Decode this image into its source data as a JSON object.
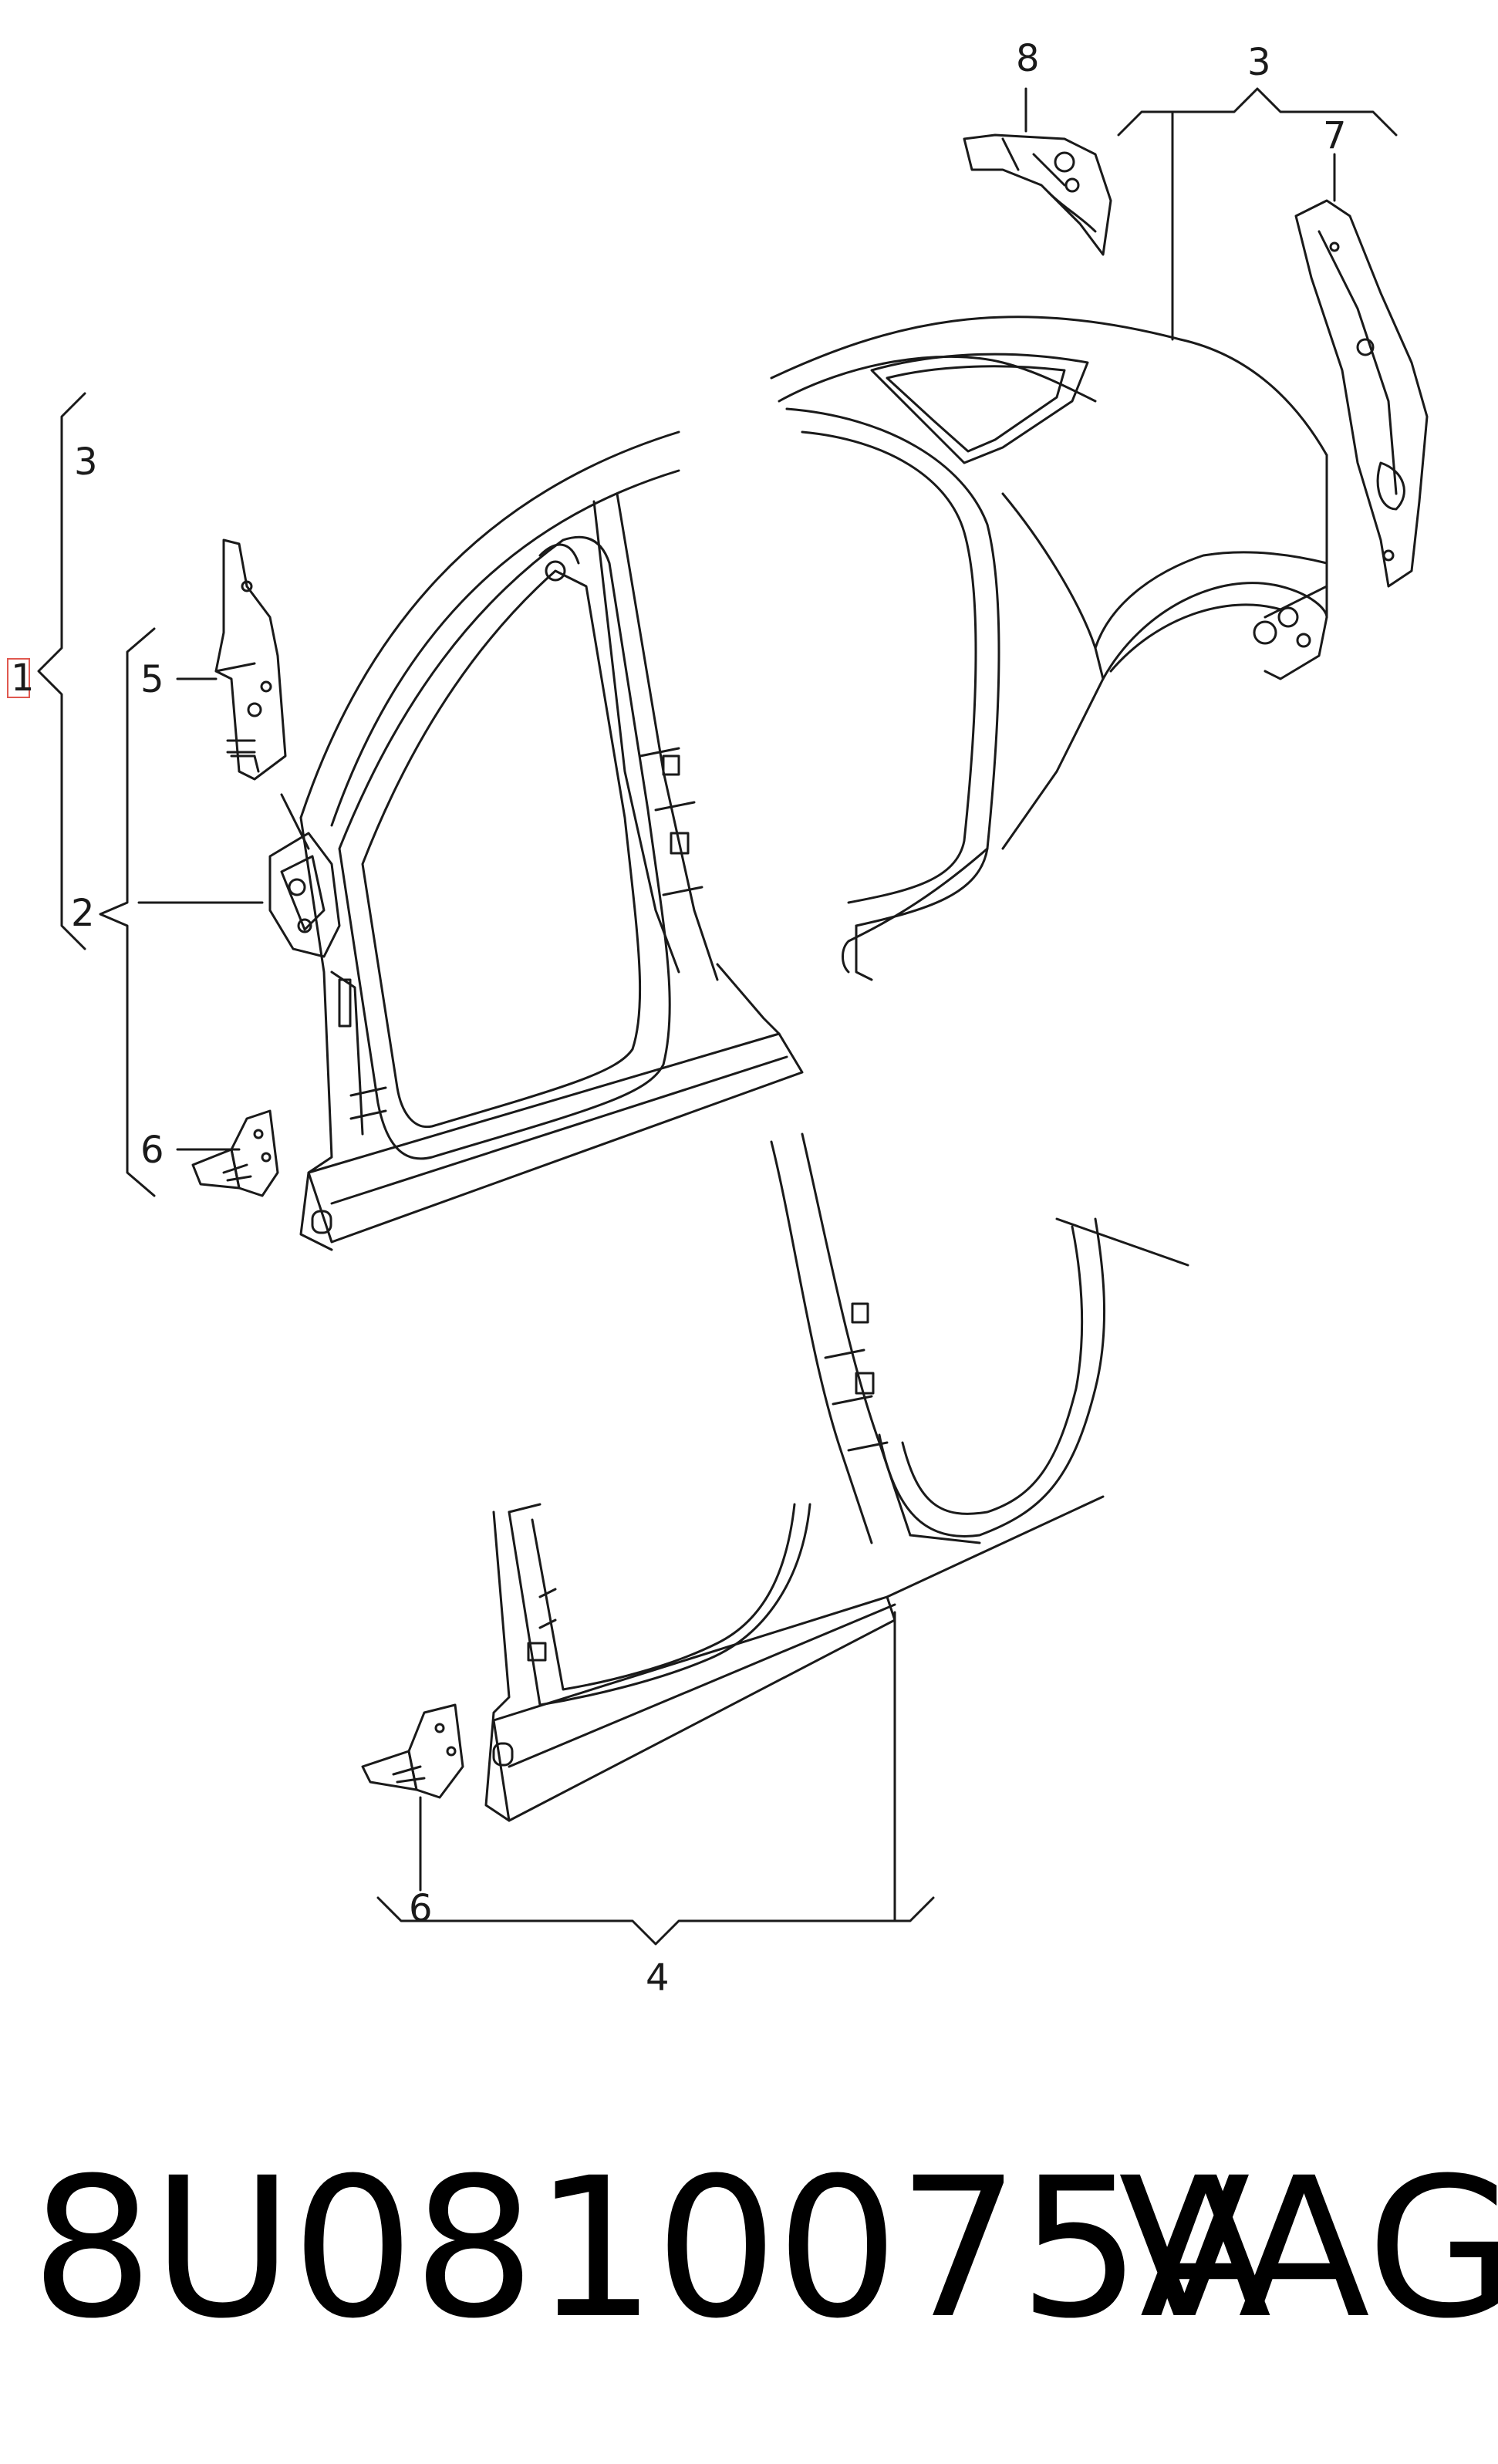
{
  "diagram": {
    "callouts": {
      "c1": "1",
      "c2": "2",
      "c3_left": "3",
      "c3_top": "3",
      "c4": "4",
      "c5": "5",
      "c6_upper": "6",
      "c6_lower": "6",
      "c7": "7",
      "c8": "8"
    }
  },
  "footer": {
    "part_number": "8U0810075A",
    "brand": "VAG"
  },
  "colors": {
    "line": "#1a1a1a",
    "callout_highlight": "#e0584f"
  }
}
